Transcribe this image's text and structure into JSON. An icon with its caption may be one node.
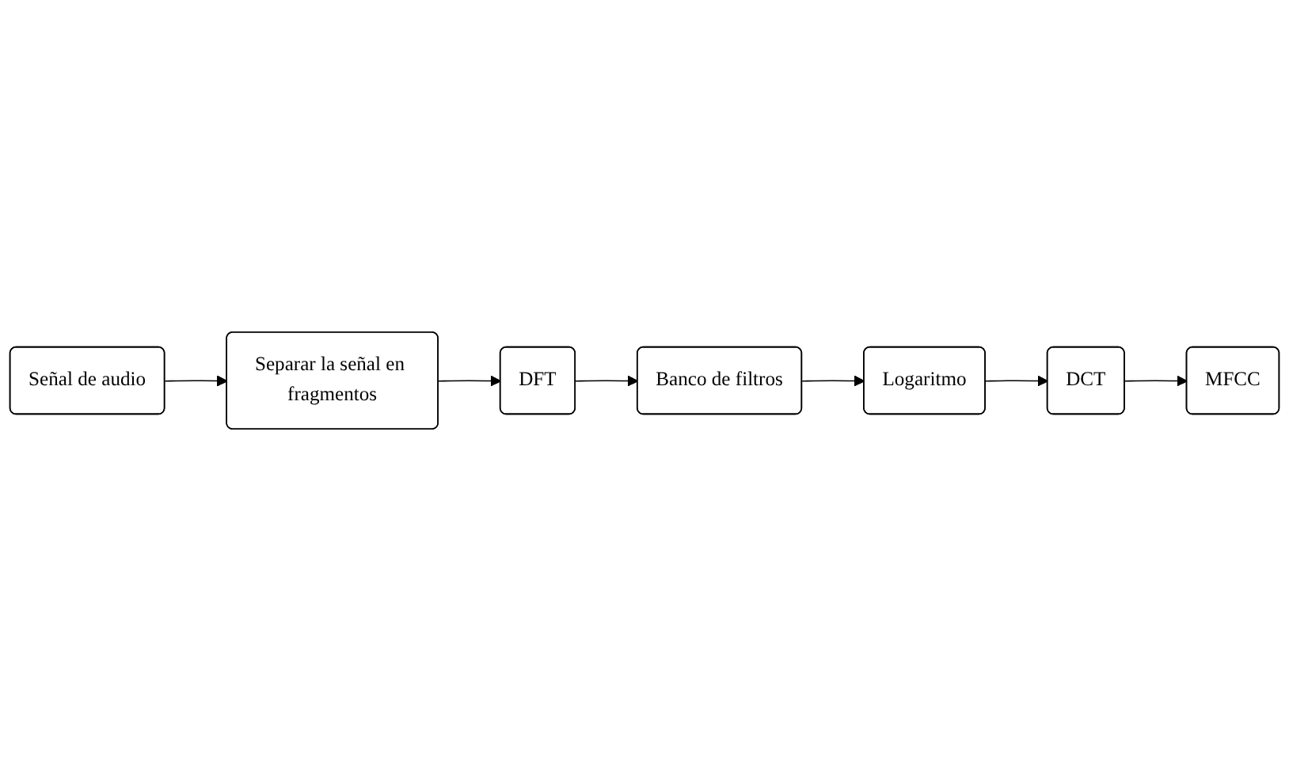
{
  "diagram": {
    "nodes": [
      {
        "text": [
          "Señal de audio"
        ]
      },
      {
        "text": [
          "Separar la señal en fragmentos"
        ]
      },
      {
        "text": [
          "DFT"
        ]
      },
      {
        "text": [
          "Banco de filtros"
        ]
      },
      {
        "text": [
          "Logaritmo"
        ]
      },
      {
        "text": [
          "DCT"
        ]
      },
      {
        "text": [
          "MFCC"
        ]
      }
    ],
    "edges": [
      {
        "from": 0,
        "to": 1,
        "arrow": "to"
      },
      {
        "from": 1,
        "to": 2,
        "arrow": "to"
      },
      {
        "from": 2,
        "to": 3,
        "arrow": "to"
      },
      {
        "from": 3,
        "to": 4,
        "arrow": "to"
      },
      {
        "from": 4,
        "to": 5,
        "arrow": "to"
      },
      {
        "from": 5,
        "to": 6,
        "arrow": "to"
      }
    ]
  }
}
